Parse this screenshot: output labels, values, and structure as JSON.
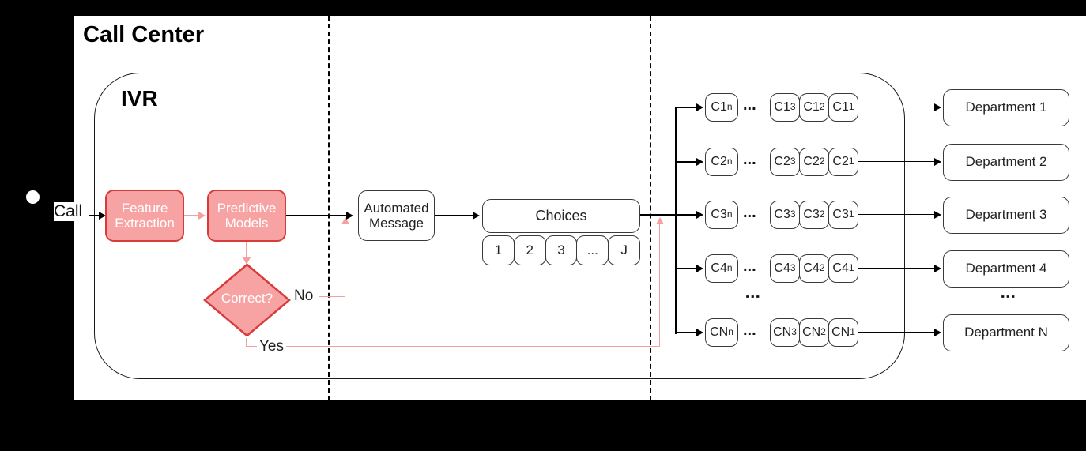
{
  "diagram": {
    "title": "Call Center",
    "subprocess_title": "IVR",
    "start_label": "Call",
    "colors": {
      "panel_background": "#ffffff",
      "outer_background": "#000000",
      "highlight_fill": "#f8a3a3",
      "highlight_stroke": "#d93b3b",
      "highlight_text": "#ffffff",
      "node_stroke": "#3a3a3a",
      "edge_black": "#000000",
      "edge_pink": "#f5a0a0"
    }
  },
  "nodes": {
    "feature_extraction": "Feature\nExtraction",
    "predictive_models": "Predictive\nModels",
    "decision": "Correct?",
    "automated_message": "Automated\nMessage",
    "choices": "Choices"
  },
  "edge_labels": {
    "no": "No",
    "yes": "Yes"
  },
  "choice_keys": [
    "1",
    "2",
    "3",
    "...",
    "J"
  ],
  "queues": [
    {
      "first": "C1",
      "boxes": [
        "C1n",
        "C13",
        "C12",
        "C11"
      ],
      "dots": "..."
    },
    {
      "first": "C2",
      "boxes": [
        "C2n",
        "C23",
        "C22",
        "C21"
      ],
      "dots": "..."
    },
    {
      "first": "C3",
      "boxes": [
        "C3n",
        "C33",
        "C32",
        "C31"
      ],
      "dots": "..."
    },
    {
      "first": "C4",
      "boxes": [
        "C4n",
        "C43",
        "C42",
        "C41"
      ],
      "dots": "..."
    },
    {
      "first": "CN",
      "boxes": [
        "CNn",
        "CN3",
        "CN2",
        "CN1"
      ],
      "dots": "..."
    }
  ],
  "queue_box_labels": [
    [
      {
        "base": "C1",
        "sub": "n"
      },
      {
        "base": "C1",
        "sub": "3"
      },
      {
        "base": "C1",
        "sub": "2"
      },
      {
        "base": "C1",
        "sub": "1"
      }
    ],
    [
      {
        "base": "C2",
        "sub": "n"
      },
      {
        "base": "C2",
        "sub": "3"
      },
      {
        "base": "C2",
        "sub": "2"
      },
      {
        "base": "C2",
        "sub": "1"
      }
    ],
    [
      {
        "base": "C3",
        "sub": "n"
      },
      {
        "base": "C3",
        "sub": "3"
      },
      {
        "base": "C3",
        "sub": "2"
      },
      {
        "base": "C3",
        "sub": "1"
      }
    ],
    [
      {
        "base": "C4",
        "sub": "n"
      },
      {
        "base": "C4",
        "sub": "3"
      },
      {
        "base": "C4",
        "sub": "2"
      },
      {
        "base": "C4",
        "sub": "1"
      }
    ],
    [
      {
        "base": "CN",
        "sub": "n"
      },
      {
        "base": "CN",
        "sub": "3"
      },
      {
        "base": "CN",
        "sub": "2"
      },
      {
        "base": "CN",
        "sub": "1"
      }
    ]
  ],
  "departments": [
    "Department 1",
    "Department 2",
    "Department 3",
    "Department 4",
    "Department N"
  ],
  "ellipsis": {
    "horizontal": "...",
    "vertical": "⋮"
  }
}
